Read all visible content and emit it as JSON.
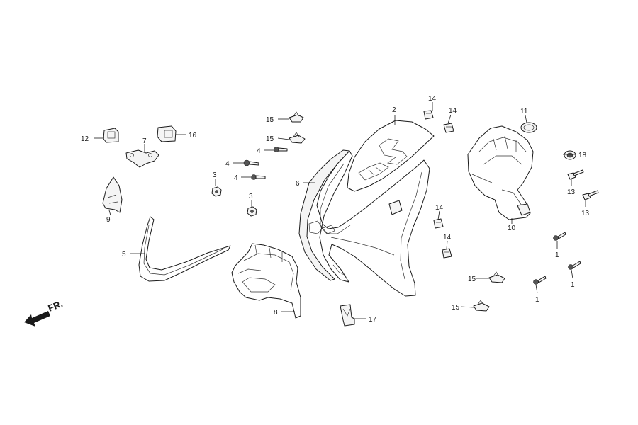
{
  "callouts": {
    "c1a": "1",
    "c1b": "1",
    "c1c": "1",
    "c2": "2",
    "c3a": "3",
    "c3b": "3",
    "c4a": "4",
    "c4b": "4",
    "c4c": "4",
    "c5": "5",
    "c6": "6",
    "c7": "7",
    "c8": "8",
    "c9": "9",
    "c10": "10",
    "c11": "11",
    "c12": "12",
    "c13a": "13",
    "c13b": "13",
    "c14a": "14",
    "c14b": "14",
    "c14c": "14",
    "c14d": "14",
    "c15a": "15",
    "c15b": "15",
    "c15c": "15",
    "c15d": "15",
    "c16": "16",
    "c17": "17",
    "c18": "18"
  },
  "direction": {
    "label": "FR."
  },
  "icons": {
    "direction_arrow": "arrow-left-down-icon"
  },
  "colors": {
    "line": "#1a1a1a",
    "fill": "#f4f4f4"
  }
}
